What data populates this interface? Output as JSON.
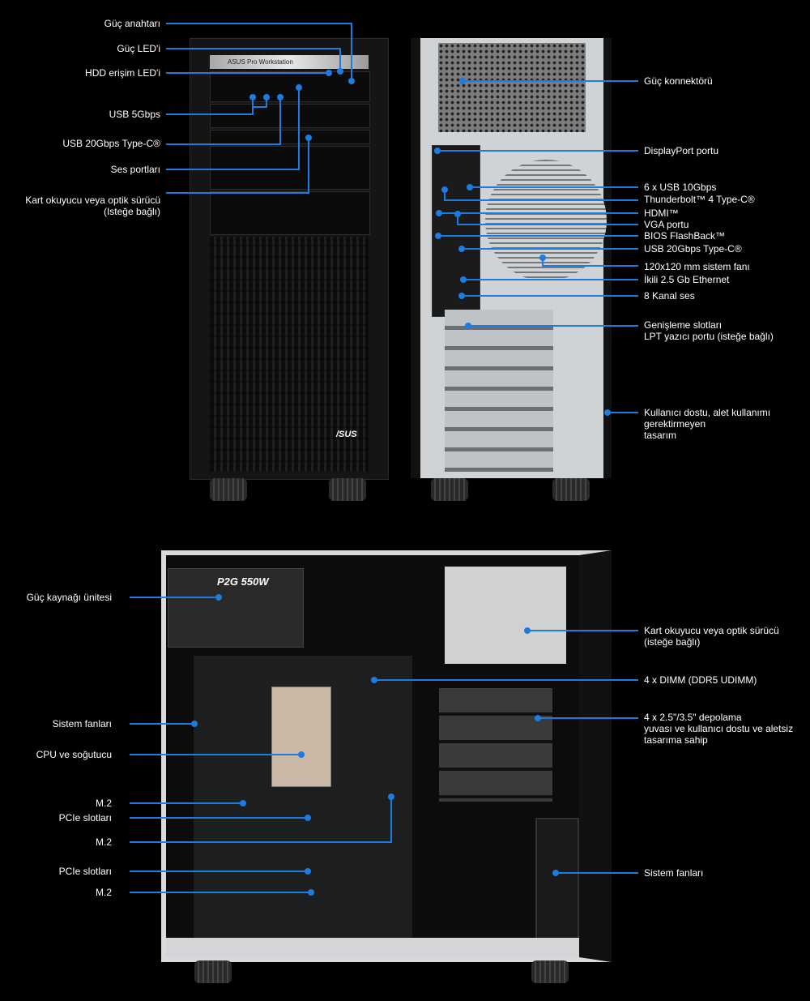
{
  "front_view": {
    "plate_text": "ASUS Pro Workstation",
    "logo_text": "/SUS",
    "labels": {
      "power_switch": "Güç anahtarı",
      "power_led": "Güç LED'i",
      "hdd_led": "HDD erişim LED'i",
      "usb_5gbps": "USB 5Gbps",
      "usb_20gbps_typec": "USB 20Gbps Type-C®",
      "audio_ports": "Ses portları",
      "card_reader_optical": "Kart okuyucu veya optik sürücü\n(Isteğe bağlı)"
    }
  },
  "rear_view": {
    "labels": {
      "power_connector": "Güç konnektörü",
      "displayport": "DisplayPort portu",
      "usb_10gbps": "6 x USB 10Gbps",
      "thunderbolt": "Thunderbolt™ 4 Type-C®",
      "hdmi": "HDMI™",
      "vga": "VGA portu",
      "bios_flashback": "BIOS FlashBack™",
      "usb_20gbps_typec": "USB 20Gbps Type-C®",
      "system_fan": "120x120 mm sistem fanı",
      "ethernet": "İkili 2.5 Gb Ethernet",
      "audio_8ch": "8 Kanal ses",
      "expansion_slots": "Genişleme slotları\nLPT yazıcı portu (isteğe bağlı)",
      "tool_free": "Kullanıcı dostu, alet kullanımı\ngerektirmeyen\ntasarım"
    }
  },
  "interior_view": {
    "psu_brand": "P2G  550W",
    "labels": {
      "psu": "Güç kaynağı ünitesi",
      "system_fans_left": "Sistem fanları",
      "cpu_cooler": "CPU ve soğutucu",
      "m2_1": "M.2",
      "pcie_1": "PCIe slotları",
      "m2_2": "M.2",
      "pcie_2": "PCIe slotları",
      "m2_3": "M.2",
      "card_reader_optical": "Kart okuyucu veya optik sürücü\n(isteğe bağlı)",
      "dimm": "4 x DIMM (DDR5 UDIMM)",
      "storage": "4 x 2.5\"/3.5\" depolama\nyuvası ve kullanıcı dostu ve aletsiz\ntasarıma sahip",
      "system_fans_right": "Sistem fanları"
    }
  },
  "colors": {
    "callout": "#1e7be0",
    "background": "#000000"
  }
}
